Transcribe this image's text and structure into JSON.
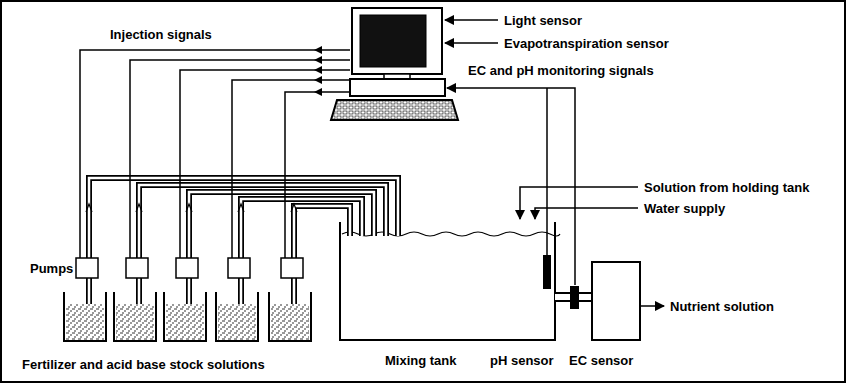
{
  "diagram": {
    "labels": [
      "Light sensor",
      "Evapotranspiration sensor",
      "Injection signals",
      "EC and pH monitoring signals",
      "Solution from holding tank",
      "Water supply",
      "Pumps",
      "Nutrient solution",
      "Fertilizer and acid base stock solutions",
      "Mixing tank",
      "pH sensor",
      "EC sensor"
    ]
  }
}
